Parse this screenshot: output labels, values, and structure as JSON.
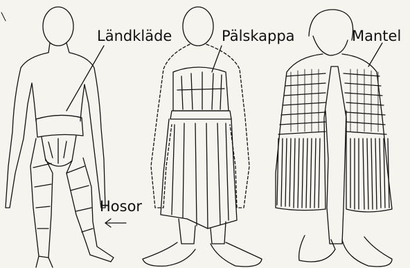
{
  "labels": {
    "landklade": "Ländkläde",
    "palskappa": "Pälskappa",
    "mantel": "Mantel",
    "hosor": "Hosor"
  },
  "figures": [
    {
      "name": "figure-left",
      "garments": [
        "Ländkläde",
        "Hosor"
      ]
    },
    {
      "name": "figure-middle",
      "garments": [
        "Pälskappa"
      ]
    },
    {
      "name": "figure-right",
      "garments": [
        "Mantel"
      ]
    }
  ],
  "colors": {
    "background": "#f6f4ee",
    "ink": "#111111"
  }
}
